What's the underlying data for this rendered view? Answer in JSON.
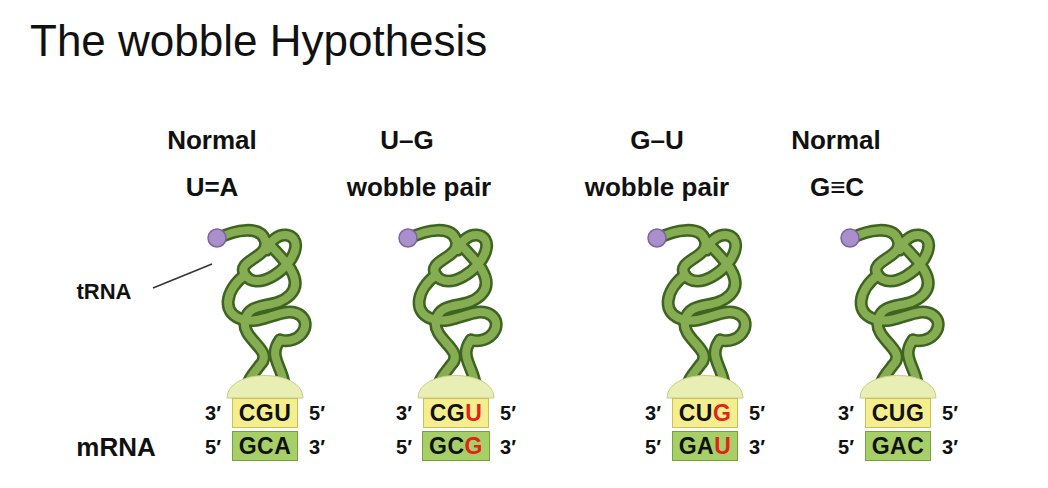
{
  "diagram": {
    "title": "The wobble Hypothesis",
    "nodes": [
      {
        "text": [
          "CGU"
        ]
      },
      {
        "text": [
          "CGU"
        ]
      },
      {
        "text": [
          "CUG"
        ]
      },
      {
        "text": [
          "CUG"
        ]
      },
      {
        "text": [
          "GCA"
        ]
      },
      {
        "text": [
          "GCG"
        ]
      },
      {
        "text": [
          "GAU"
        ]
      },
      {
        "text": [
          "GAC"
        ]
      }
    ],
    "labels": [
      "Normal",
      "U=A",
      "U–G",
      "wobble pair",
      "G–U",
      "wobble pair",
      "Normal",
      "G≡C",
      "tRNA",
      "mRNA",
      "3′",
      "5′",
      "5′",
      "3′",
      "3′",
      "5′",
      "5′",
      "3′",
      "3′",
      "5′",
      "5′",
      "3′",
      "3′",
      "5′",
      "5′",
      "3′"
    ]
  }
}
